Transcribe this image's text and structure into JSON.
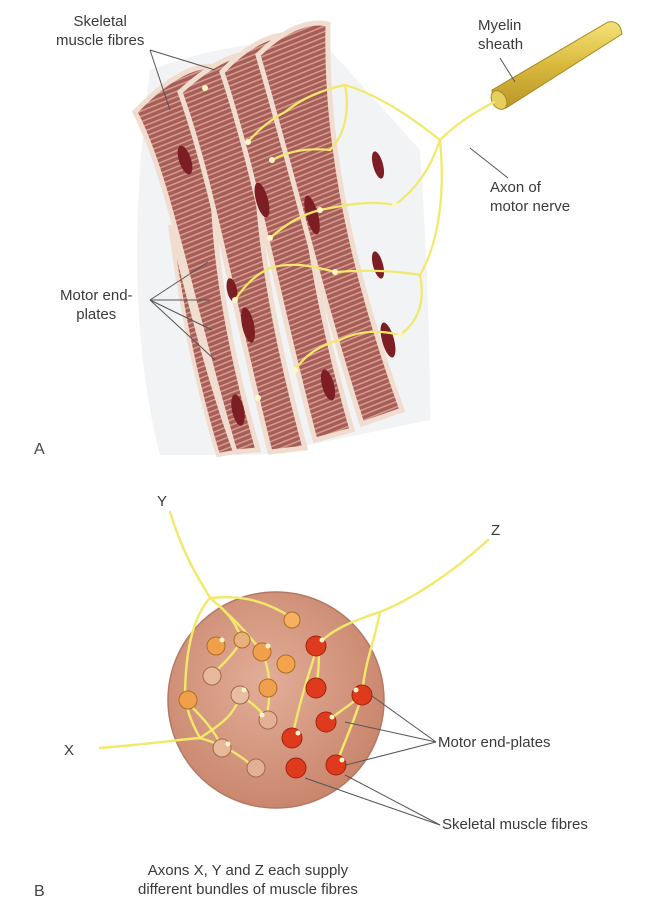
{
  "panel_a": {
    "letter": "A",
    "labels": {
      "skeletal_fibres": "Skeletal\nmuscle fibres",
      "myelin_sheath": "Myelin\nsheath",
      "axon_motor_nerve": "Axon of\nmotor nerve",
      "motor_end_plates": "Motor end-\nplates"
    }
  },
  "panel_b": {
    "letter": "B",
    "labels": {
      "axon_x": "X",
      "axon_y": "Y",
      "axon_z": "Z",
      "motor_end_plates": "Motor end-plates",
      "skeletal_fibres": "Skeletal muscle fibres"
    },
    "caption": "Axons X, Y and Z each supply\ndifferent bundles of muscle fibres"
  },
  "colors": {
    "nerve": "#f2e86a",
    "muscle": "#a8605a",
    "fibre_y": "#f0a04a",
    "fibre_z": "#e03a1e",
    "section": "#dca28e"
  }
}
